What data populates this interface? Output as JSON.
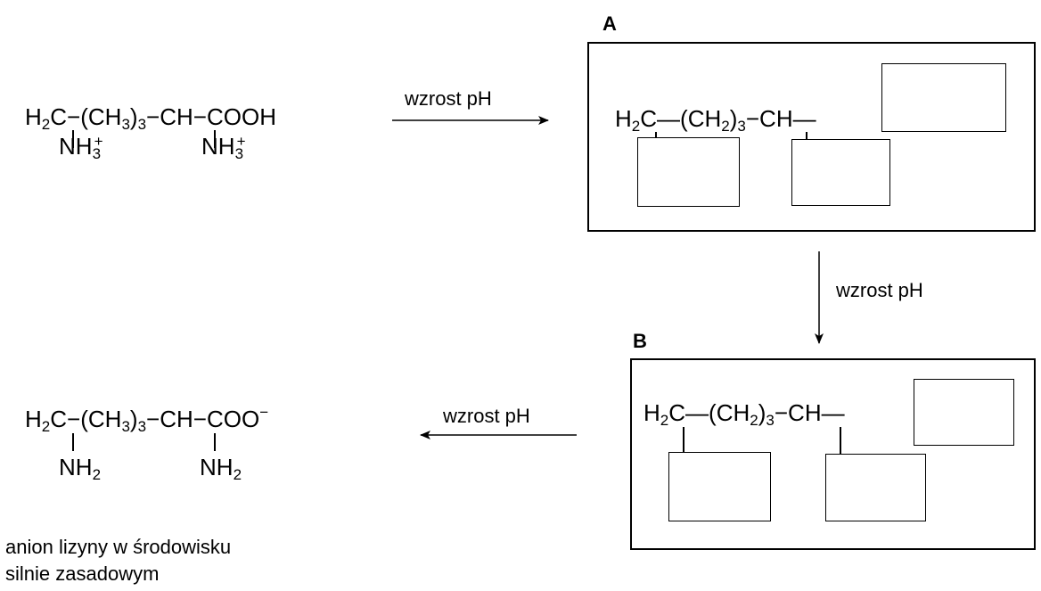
{
  "start": {
    "row1": {
      "a": "H",
      "a_sub": "2",
      "b": "C",
      "c": "−(CH",
      "c_sub": "3",
      "d": ")",
      "d_sub": "3",
      "e": "−CH",
      "f": "−COOH"
    },
    "group1": {
      "main": "NH",
      "sub": "3",
      "sup": "+"
    },
    "group2": {
      "main": "NH",
      "sub": "3",
      "sup": "+"
    }
  },
  "arrow1_label": "wzrost pH",
  "box_a": {
    "label": "A",
    "row": {
      "a": "H",
      "a_sub": "2",
      "b": "C",
      "c": "—(CH",
      "c_sub": "2",
      "d": ")",
      "d_sub": "3",
      "e": "−CH—"
    }
  },
  "arrow2_label": "wzrost pH",
  "box_b": {
    "label": "B",
    "row": {
      "a": "H",
      "a_sub": "2",
      "b": "C",
      "c": "—(CH",
      "c_sub": "2",
      "d": ")",
      "d_sub": "3",
      "e": "−CH—"
    }
  },
  "arrow3_label": "wzrost pH",
  "end": {
    "row1": {
      "a": "H",
      "a_sub": "2",
      "b": "C",
      "c": "−(CH",
      "c_sub": "3",
      "d": ")",
      "d_sub": "3",
      "e": "−CH",
      "f": "−COO",
      "f_sup": "−"
    },
    "group1": {
      "main": "NH",
      "sub": "2"
    },
    "group2": {
      "main": "NH",
      "sub": "2"
    }
  },
  "caption": {
    "line1": "anion lizyny w środowisku",
    "line2": "silnie zasadowym"
  }
}
